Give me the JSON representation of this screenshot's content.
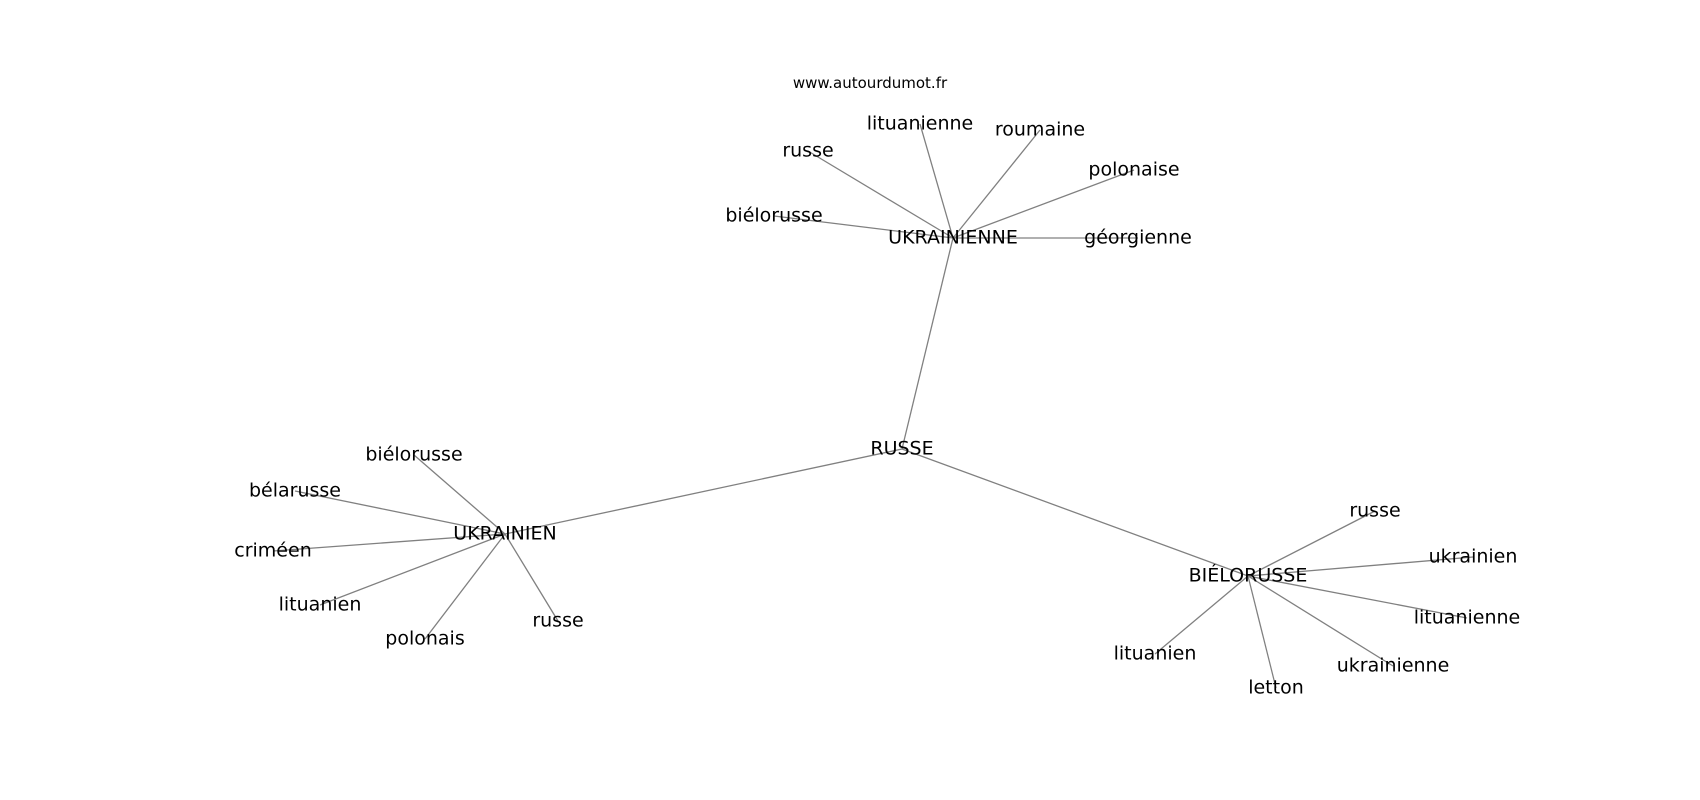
{
  "watermark": "www.autourdumot.fr",
  "graph": {
    "nodes": [
      {
        "id": "russe_center",
        "label": "RUSSE"
      },
      {
        "id": "ukrainienne",
        "label": "UKRAINIENNE"
      },
      {
        "id": "ukrainien",
        "label": "UKRAINIEN"
      },
      {
        "id": "bielorusse",
        "label": "BIÉLORUSSE"
      },
      {
        "id": "ua_f_russe",
        "label": "russe"
      },
      {
        "id": "ua_f_lituanienne",
        "label": "lituanienne"
      },
      {
        "id": "ua_f_roumaine",
        "label": "roumaine"
      },
      {
        "id": "ua_f_polonaise",
        "label": "polonaise"
      },
      {
        "id": "ua_f_bielorusse",
        "label": "biélorusse"
      },
      {
        "id": "ua_f_georgienne",
        "label": "géorgienne"
      },
      {
        "id": "ua_m_bielorusse",
        "label": "biélorusse"
      },
      {
        "id": "ua_m_belarusse",
        "label": "bélarusse"
      },
      {
        "id": "ua_m_crimeen",
        "label": "criméen"
      },
      {
        "id": "ua_m_lituanien",
        "label": "lituanien"
      },
      {
        "id": "ua_m_polonais",
        "label": "polonais"
      },
      {
        "id": "ua_m_russe",
        "label": "russe"
      },
      {
        "id": "by_russe",
        "label": "russe"
      },
      {
        "id": "by_ukrainien",
        "label": "ukrainien"
      },
      {
        "id": "by_lituanienne",
        "label": "lituanienne"
      },
      {
        "id": "by_ukrainienne",
        "label": "ukrainienne"
      },
      {
        "id": "by_letton",
        "label": "letton"
      },
      {
        "id": "by_lituanien",
        "label": "lituanien"
      }
    ],
    "edges": [
      [
        "russe_center",
        "ukrainienne"
      ],
      [
        "russe_center",
        "ukrainien"
      ],
      [
        "russe_center",
        "bielorusse"
      ],
      [
        "ukrainienne",
        "ua_f_russe"
      ],
      [
        "ukrainienne",
        "ua_f_lituanienne"
      ],
      [
        "ukrainienne",
        "ua_f_roumaine"
      ],
      [
        "ukrainienne",
        "ua_f_polonaise"
      ],
      [
        "ukrainienne",
        "ua_f_bielorusse"
      ],
      [
        "ukrainienne",
        "ua_f_georgienne"
      ],
      [
        "ukrainien",
        "ua_m_bielorusse"
      ],
      [
        "ukrainien",
        "ua_m_belarusse"
      ],
      [
        "ukrainien",
        "ua_m_crimeen"
      ],
      [
        "ukrainien",
        "ua_m_lituanien"
      ],
      [
        "ukrainien",
        "ua_m_polonais"
      ],
      [
        "ukrainien",
        "ua_m_russe"
      ],
      [
        "bielorusse",
        "by_russe"
      ],
      [
        "bielorusse",
        "by_ukrainien"
      ],
      [
        "bielorusse",
        "by_lituanienne"
      ],
      [
        "bielorusse",
        "by_ukrainienne"
      ],
      [
        "bielorusse",
        "by_letton"
      ],
      [
        "bielorusse",
        "by_lituanien"
      ]
    ]
  }
}
